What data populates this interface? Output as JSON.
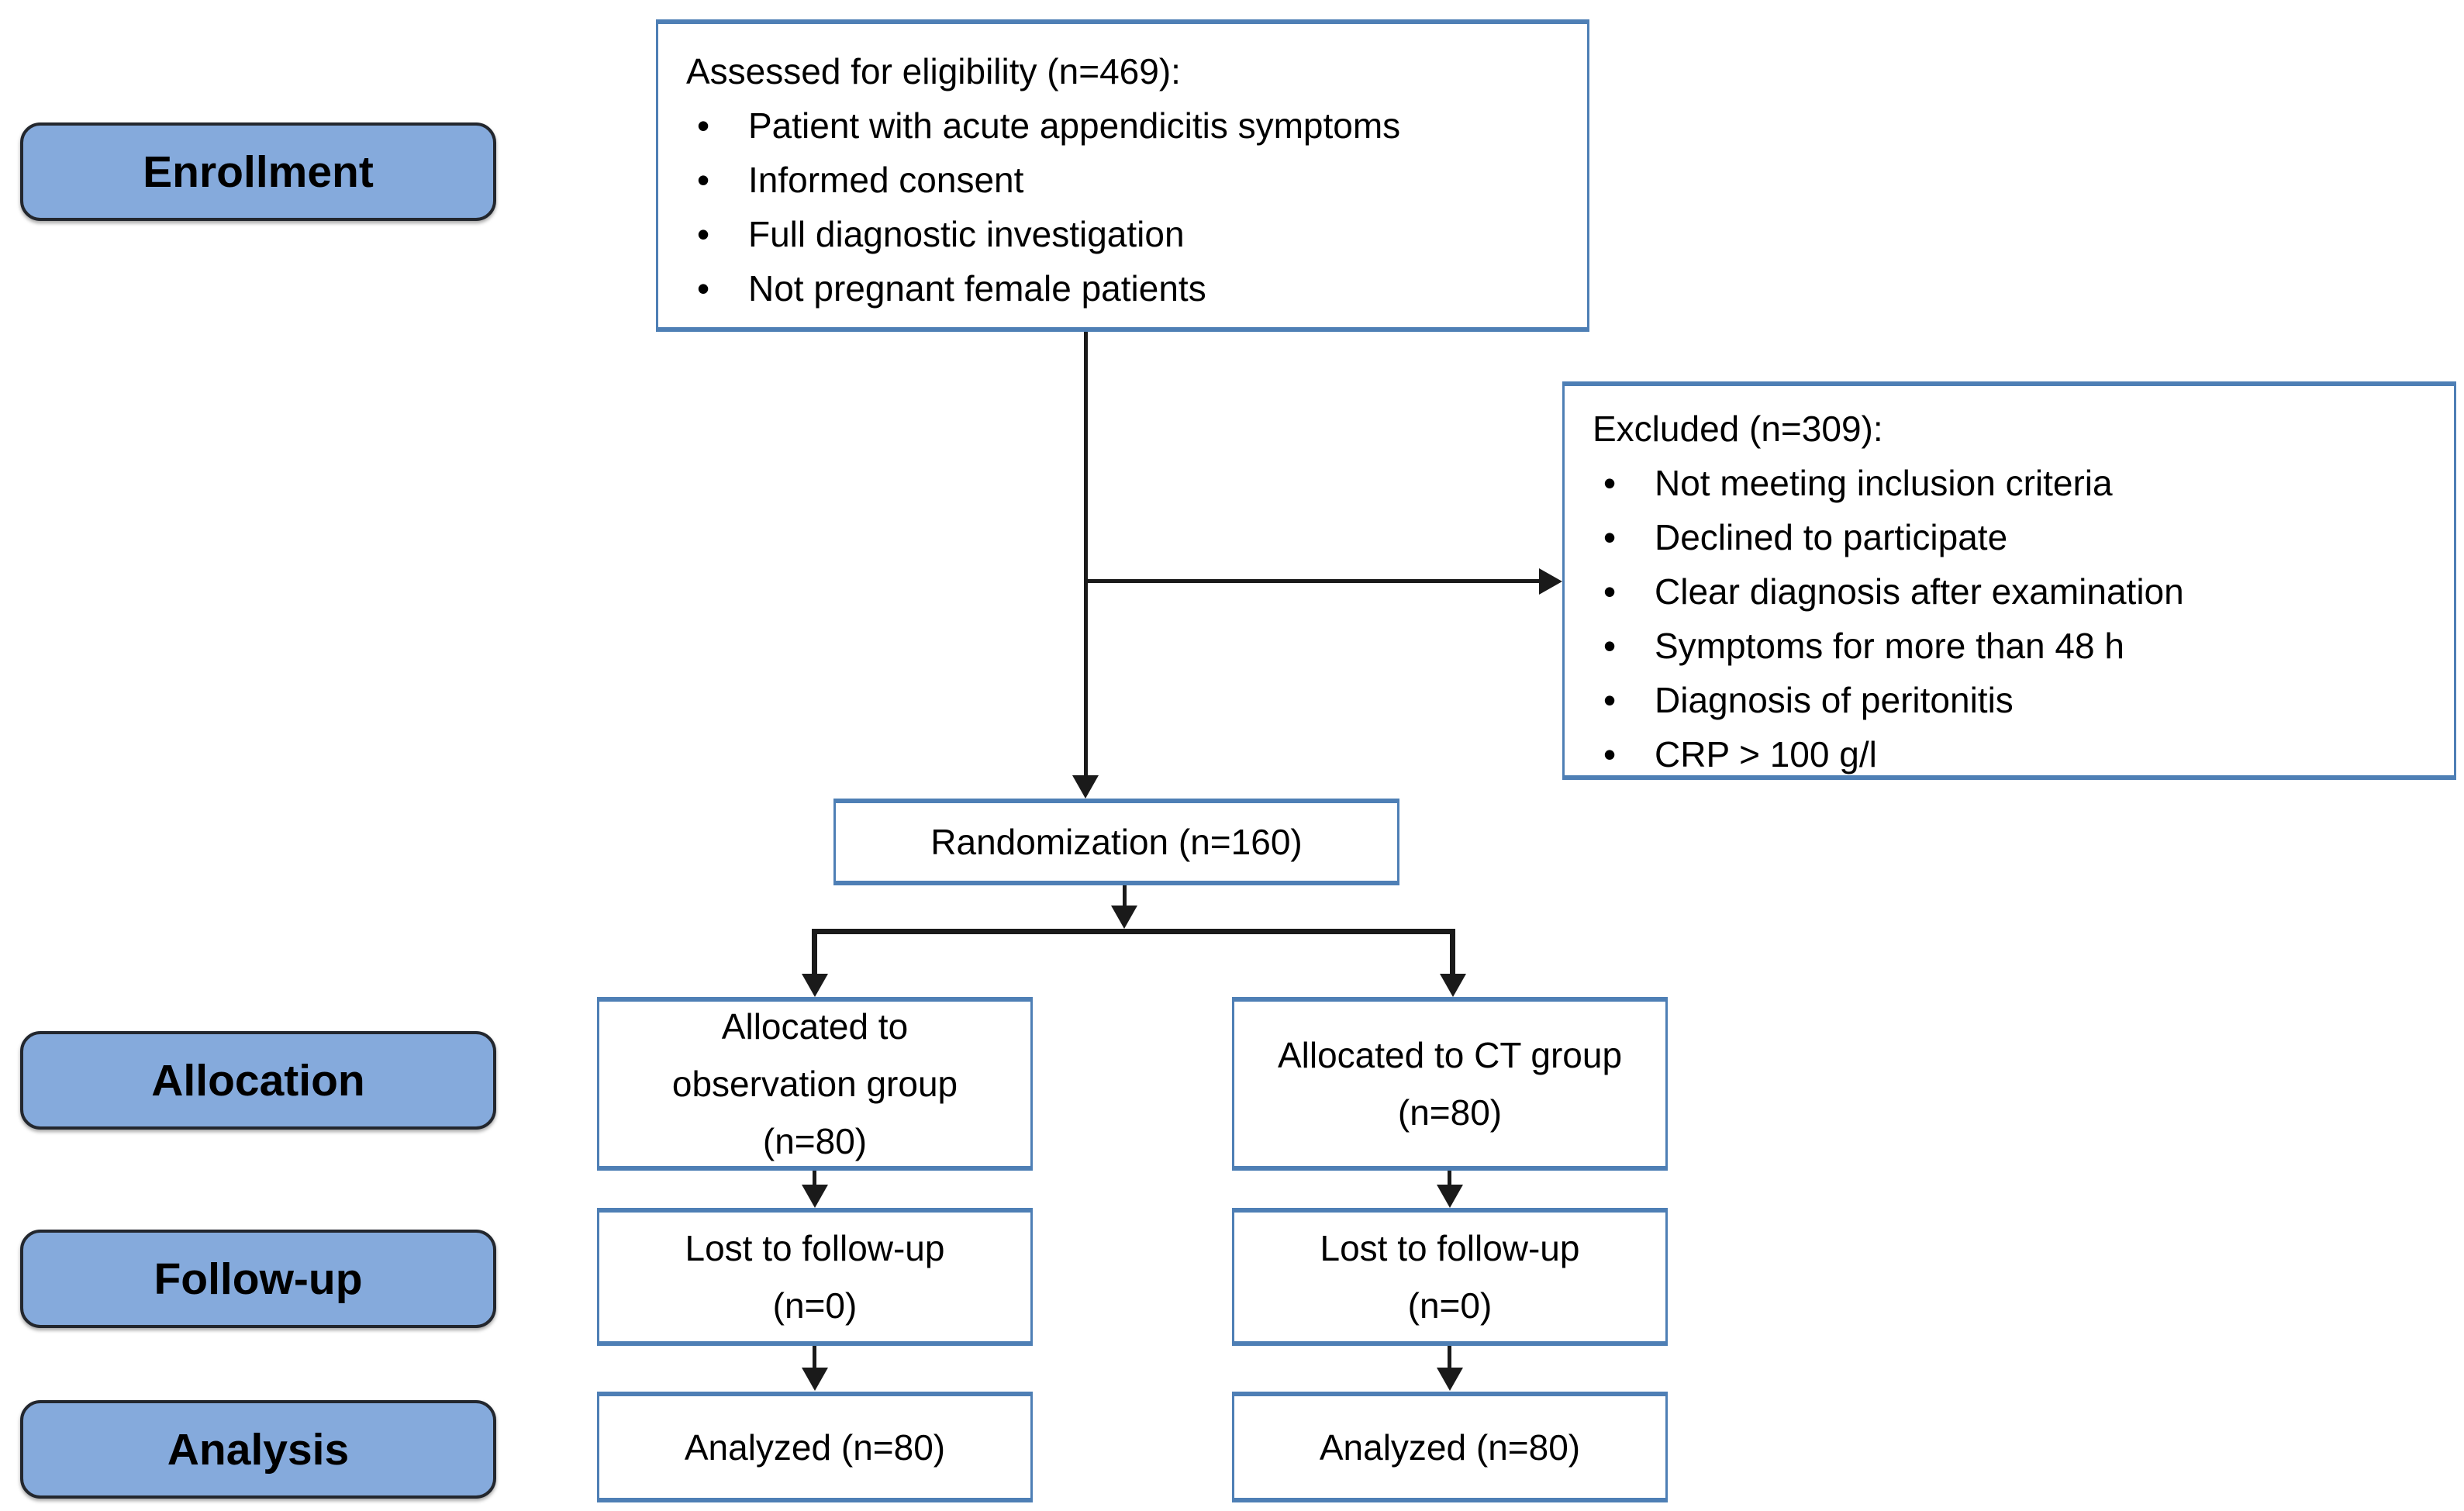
{
  "figure": {
    "kind": "CONSORT participant flow diagram"
  },
  "colors": {
    "stage_fill": "#85AADC",
    "stage_border": "#23272E",
    "flow_box_border": "#4E7FB5",
    "arrow": "#1A1A1A",
    "text": "#000000",
    "background": "#FFFFFF"
  },
  "stages": [
    {
      "id": "enrollment",
      "label": "Enrollment"
    },
    {
      "id": "allocation",
      "label": "Allocation"
    },
    {
      "id": "followup",
      "label": "Follow-up"
    },
    {
      "id": "analysis",
      "label": "Analysis"
    }
  ],
  "boxes": {
    "assessed": {
      "title": "Assessed for eligibility (n=469):",
      "bullets": [
        "Patient with acute appendicitis symptoms",
        "Informed consent",
        "Full diagnostic investigation",
        "Not pregnant female patients"
      ]
    },
    "excluded": {
      "title": "Excluded (n=309):",
      "bullets": [
        "Not meeting inclusion criteria",
        "Declined to participate",
        "Clear diagnosis after examination",
        "Symptoms for more than 48 h",
        "Diagnosis of peritonitis",
        "CRP > 100 g/l"
      ]
    },
    "randomization": {
      "label": "Randomization (n=160)"
    },
    "allocation_observation": {
      "lines": [
        "Allocated to",
        "observation group",
        "(n=80)"
      ]
    },
    "allocation_ct": {
      "lines": [
        "Allocated to CT group",
        "(n=80)"
      ]
    },
    "followup_observation": {
      "lines": [
        "Lost to follow-up",
        "(n=0)"
      ]
    },
    "followup_ct": {
      "lines": [
        "Lost to follow-up",
        "(n=0)"
      ]
    },
    "analysis_observation": {
      "label": "Analyzed (n=80)"
    },
    "analysis_ct": {
      "label": "Analyzed (n=80)"
    }
  }
}
